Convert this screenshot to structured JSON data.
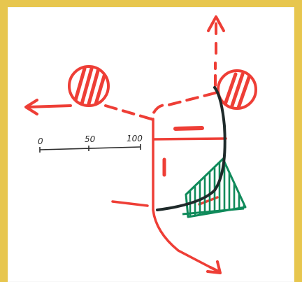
{
  "colors": {
    "frame": "#e7c64e",
    "paper": "#ffffff",
    "red": "#ee3e36",
    "green": "#0f8a5a",
    "dark": "#1e2a2a",
    "ink": "#2b2b2b"
  },
  "scale_bar": {
    "labels": [
      "0",
      "50",
      "100"
    ]
  }
}
